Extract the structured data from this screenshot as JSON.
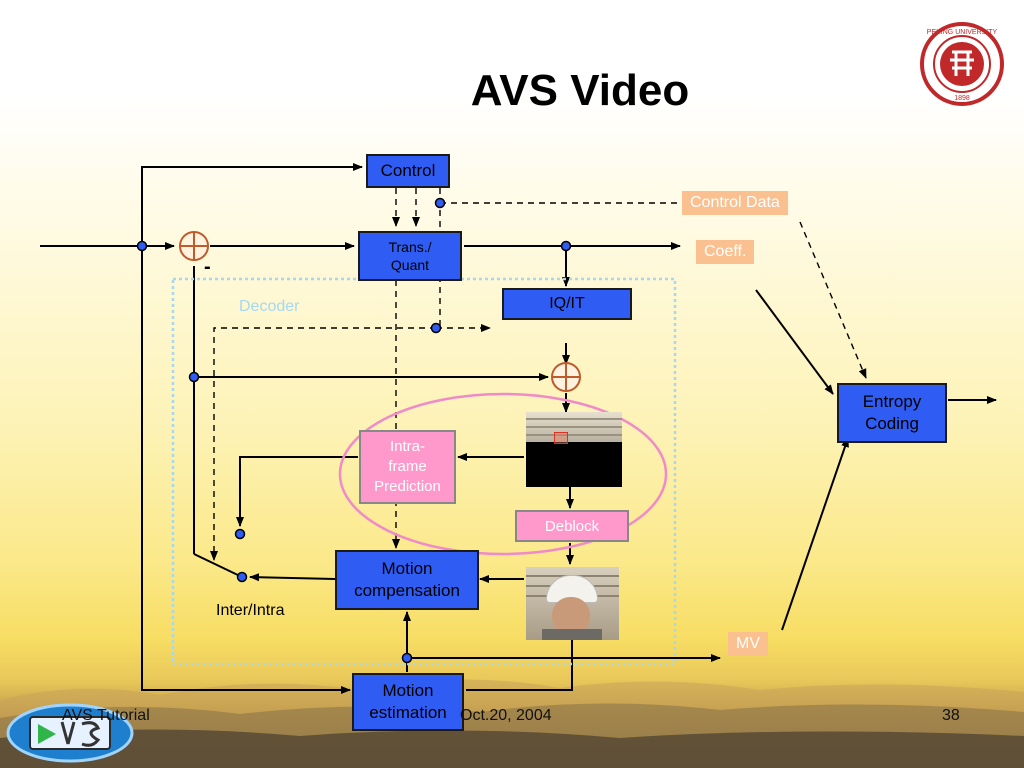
{
  "slide": {
    "title": "AVS Video",
    "footer": {
      "left": "AVS Tutorial",
      "center": "Oct.20, 2004",
      "page": "38"
    }
  },
  "diagram": {
    "blocks": {
      "control": "Control",
      "trans_quant": "Trans./\nQuant",
      "iq_it": "IQ/IT",
      "intra_prediction": "Intra-\nframe\nPrediction",
      "deblock": "Deblock",
      "motion_compensation": "Motion\ncompensation",
      "motion_estimation": "Motion\nestimation",
      "entropy_coding": "Entropy\nCoding"
    },
    "tags": {
      "control_data": "Control Data",
      "coeff": "Coeff.",
      "mv": "MV"
    },
    "labels": {
      "decoder": "Decoder",
      "minus": "-",
      "inter_intra": "Inter/Intra"
    }
  },
  "colors": {
    "block_blue": "#2f5cf2",
    "block_pink": "#ff99cc",
    "tag_orange": "#fac090",
    "decoder_border": "#a6d8f0",
    "highlight_ellipse": "#f08ac8"
  }
}
